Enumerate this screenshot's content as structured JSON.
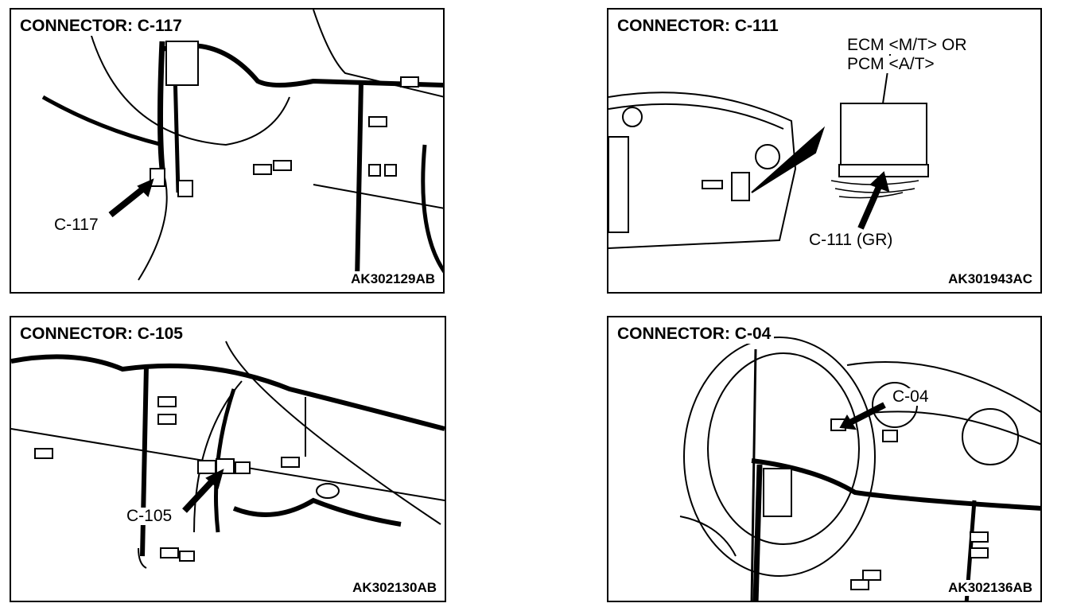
{
  "panels": [
    {
      "title": "CONNECTOR: C-117",
      "callout": "C-117",
      "code": "AK302129AB"
    },
    {
      "title": "CONNECTOR: C-111",
      "component_line1": "ECM <M/T> OR",
      "component_line2": "PCM <A/T>",
      "callout": "C-111 (GR)",
      "code": "AK301943AC"
    },
    {
      "title": "CONNECTOR: C-105",
      "callout": "C-105",
      "code": "AK302130AB"
    },
    {
      "title": "CONNECTOR: C-04",
      "callout": "C-04",
      "code": "AK302136AB"
    }
  ]
}
